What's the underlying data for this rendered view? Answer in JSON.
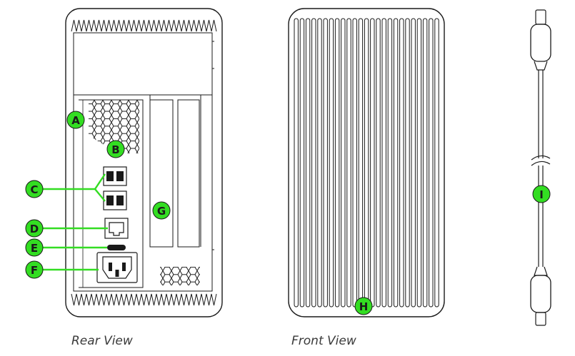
{
  "views": {
    "rear": "Rear View",
    "front": "Front View"
  },
  "callouts": {
    "A": "A",
    "B": "B",
    "C": "C",
    "D": "D",
    "E": "E",
    "F": "F",
    "G": "G",
    "H": "H",
    "I": "I"
  },
  "colors": {
    "callout": "#33dd22",
    "outline": "#1a1a1a",
    "leader": "#33dd22"
  }
}
